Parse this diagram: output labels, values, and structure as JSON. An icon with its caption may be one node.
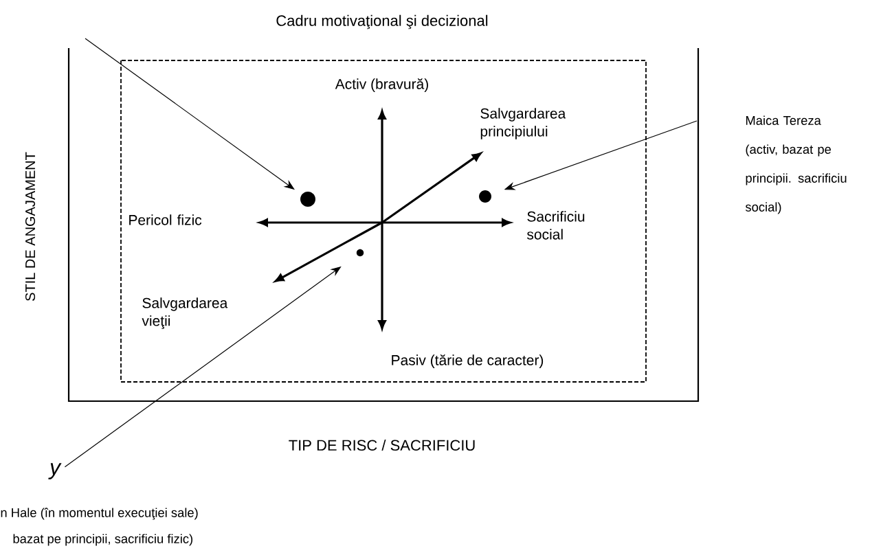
{
  "diagram": {
    "title": "Cadru motivaţional şi decizional",
    "nodes": [
      {
        "text": [],
        "shape": "circle"
      },
      {
        "text": [],
        "shape": "circle"
      },
      {
        "text": [],
        "shape": "circle"
      },
      {
        "text": [
          "Maica Tereza (activ, bazat pe principii. sacrificiu social)"
        ]
      },
      {
        "text": [
          "y"
        ]
      }
    ],
    "edges": [
      {
        "from": null,
        "to": 0,
        "arrow": "to"
      },
      {
        "from": 3,
        "to": 1,
        "arrow": "to"
      },
      {
        "from": 4,
        "to": 2,
        "arrow": "to"
      }
    ],
    "labels": [
      "STIL DE ANGAJAMENT",
      "Activ (bravură)",
      "Salvgardarea principiului",
      "Pericol fizic",
      "Sacrificiu social",
      "Salvgardarea vieţii",
      "Pasiv (tărie de caracter)",
      "TIP DE RISC / SACRIFICIU",
      "n Hale (în momentul execuţiei sale)",
      "bazat pe principii, sacrificiu fizic)"
    ]
  }
}
